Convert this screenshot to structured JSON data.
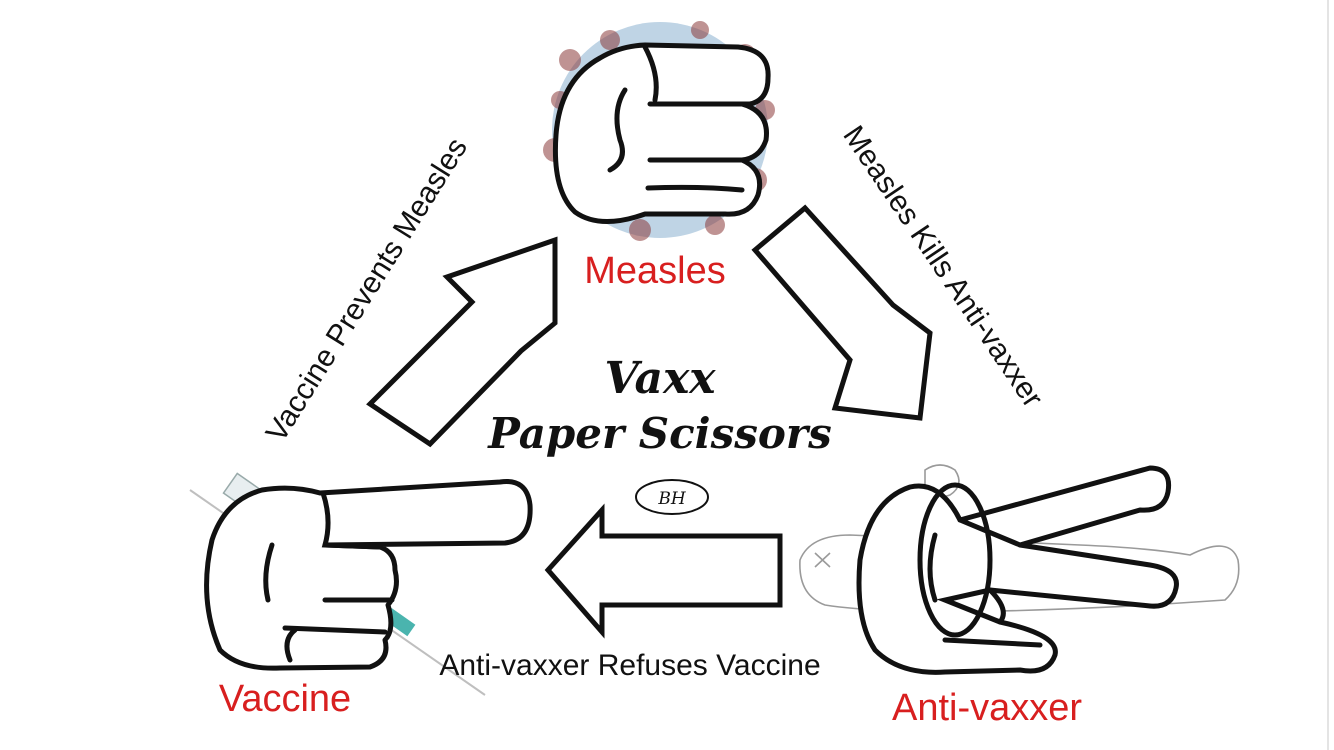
{
  "title": {
    "line1": "Vaxx",
    "line2": "Paper Scissors"
  },
  "signature": "BH",
  "nodes": {
    "top": "Measles",
    "left": "Vaccine",
    "right": "Anti-vaxxer"
  },
  "edges": {
    "left_to_top": "Vaccine Prevents Measles",
    "top_to_right": "Measles Kills Anti-vaxxer",
    "right_to_left": "Anti-vaxxer Refuses Vaccine"
  },
  "colors": {
    "node_label": "#d81f1f",
    "ink": "#111111",
    "virus_body": "#aac6dc",
    "virus_spike": "#8c3b3b",
    "syringe_tip": "#2aa7a0"
  },
  "icons": {
    "top": "fist-rock-icon",
    "left": "pointing-hand-icon",
    "right": "v-sign-scissors-icon"
  }
}
